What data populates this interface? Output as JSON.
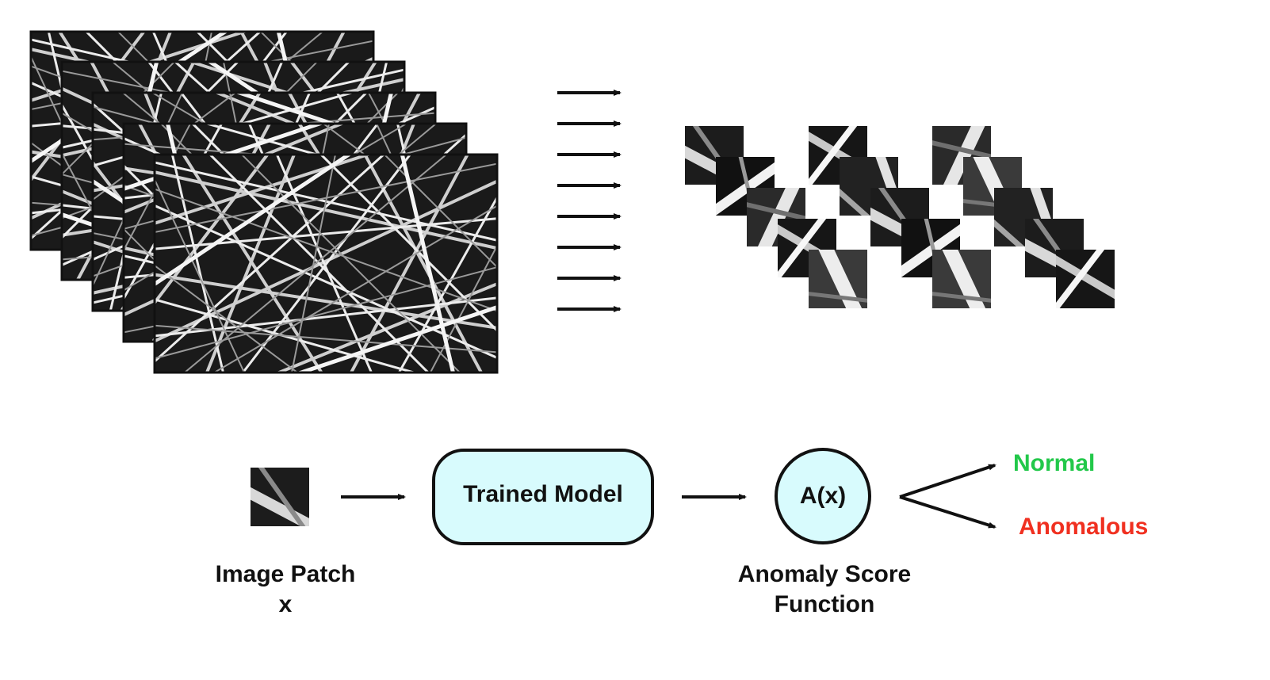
{
  "labels": {
    "trained_model": "Trained Model",
    "score_symbol": "A(x)",
    "image_patch_line1": "Image Patch",
    "image_patch_line2": "x",
    "score_function_line1": "Anomaly Score",
    "score_function_line2": "Function",
    "normal": "Normal",
    "anomalous": "Anomalous"
  },
  "colors": {
    "model_fill": "#d8fbfd",
    "normal": "#22c84a",
    "anomalous": "#f03020",
    "stroke": "#111111"
  },
  "icons": {
    "fiber_image": "nanofiber-sem-image",
    "patch": "fiber-patch-tile",
    "arrow": "right-arrow-icon"
  }
}
